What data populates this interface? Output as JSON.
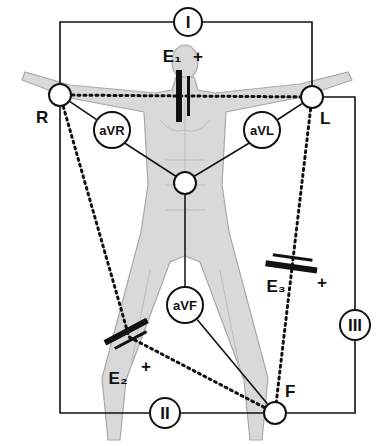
{
  "diagram": {
    "nodes": [
      {
        "text": [
          "I"
        ]
      },
      {
        "text": [
          "R"
        ]
      },
      {
        "text": [
          "aVR"
        ]
      },
      {
        "text": [
          "aVL"
        ]
      },
      {
        "text": [
          "L"
        ]
      },
      {
        "text": [
          "aVF"
        ]
      },
      {
        "text": [
          "III"
        ]
      },
      {
        "text": [
          "II"
        ]
      },
      {
        "text": [
          "F"
        ]
      }
    ],
    "edges": [
      {
        "from": 1,
        "to": 0,
        "arrow": "none"
      },
      {
        "from": 0,
        "to": 4,
        "arrow": "none"
      },
      {
        "from": 1,
        "to": 2,
        "arrow": "none"
      },
      {
        "from": 4,
        "to": 3,
        "arrow": "none"
      },
      {
        "from": 1,
        "to": 4,
        "arrow": "none"
      },
      {
        "from": 5,
        "to": 8,
        "arrow": "none"
      },
      {
        "from": 4,
        "to": 6,
        "arrow": "none"
      },
      {
        "from": 6,
        "to": 8,
        "arrow": "none"
      },
      {
        "from": 1,
        "to": 7,
        "arrow": "none"
      },
      {
        "from": 7,
        "to": 8,
        "arrow": "none"
      },
      {
        "from": 1,
        "to": 8,
        "arrow": "none"
      },
      {
        "from": 4,
        "to": 8,
        "arrow": "none"
      }
    ],
    "labels": [
      "E₁",
      "+",
      "E₃",
      "+",
      "E₂",
      "+"
    ]
  }
}
